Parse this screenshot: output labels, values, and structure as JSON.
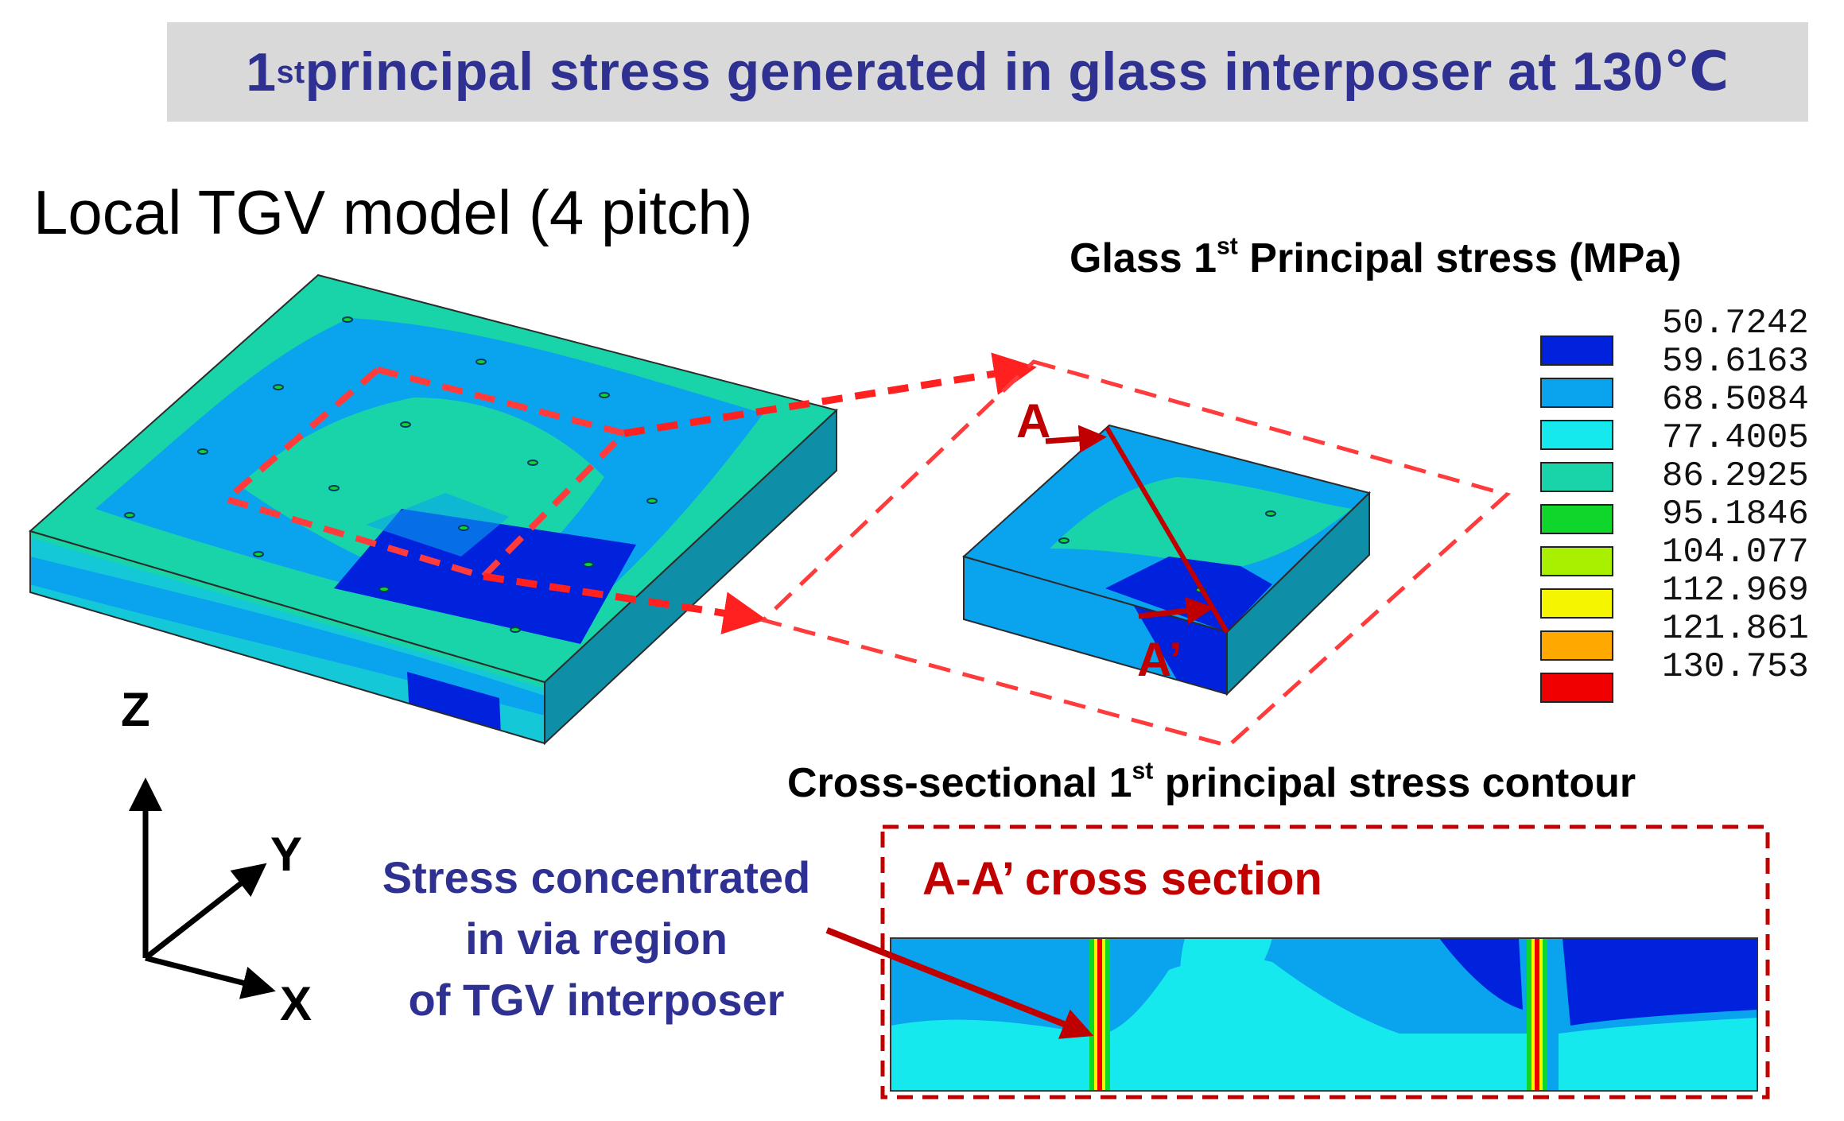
{
  "header": {
    "title_prefix": "1",
    "title_sup": "st",
    "title_rest": " principal stress generated in glass interposer at 130℃"
  },
  "model_title": "Local TGV model (4 pitch)",
  "legend": {
    "title_prefix": "Glass 1",
    "title_sup": "st",
    "title_rest": " Principal stress (MPa)",
    "values": [
      "50.7242",
      "59.6163",
      "68.5084",
      "77.4005",
      "86.2925",
      "95.1846",
      "104.077",
      "112.969",
      "121.861",
      "130.753"
    ],
    "colors": [
      "#0022dd",
      "#0aa3ee",
      "#16e9ee",
      "#19d4a8",
      "#0fd62a",
      "#a8f000",
      "#f5f500",
      "#ffa800",
      "#f00000"
    ]
  },
  "section_heading": {
    "prefix": "Cross-sectional 1",
    "sup": "st",
    "rest": " principal stress contour"
  },
  "cross_section_label": "A-A’ cross section",
  "annotation": {
    "line1": "Stress concentrated",
    "line2": "in via region",
    "line3": "of TGV interposer"
  },
  "points": {
    "a": "A",
    "a_prime": "A’"
  },
  "axes": {
    "z": "Z",
    "y": "Y",
    "x": "X"
  },
  "colors": {
    "banner_text": "#2e3192",
    "accent_red": "#c00000",
    "dash_red": "#ff3b3b"
  }
}
